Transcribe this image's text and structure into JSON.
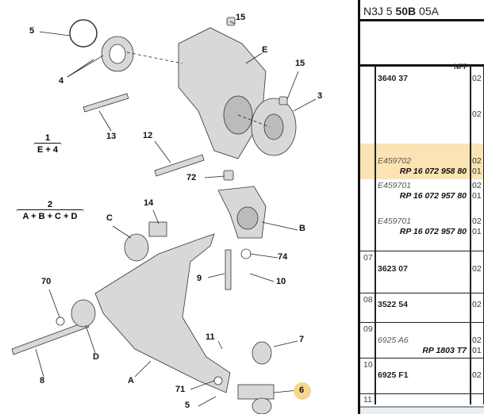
{
  "diagram": {
    "labels": [
      "5",
      "4",
      "15",
      "E",
      "15",
      "3",
      "13",
      "12",
      "72",
      "14",
      "C",
      "B",
      "74",
      "9",
      "10",
      "70",
      "11",
      "7",
      "D",
      "A",
      "8",
      "71",
      "6",
      "5"
    ],
    "group1": {
      "num": "1",
      "formula": "E + 4"
    },
    "group2": {
      "num": "2",
      "formula": "A + B + C + D"
    },
    "highlight_color": "#f7d58c"
  },
  "panel": {
    "header": {
      "prefix": "N3J 5 ",
      "bold": "50B",
      "suffix": " 05A"
    },
    "nfp": "NFP",
    "rows": [
      {
        "ref": "3640 37",
        "qty": "02",
        "qty2": "02"
      },
      {
        "code": "E459702",
        "rp": "RP 16 072 958 80",
        "qty": "02",
        "qty2": "01",
        "highlighted": true
      },
      {
        "code": "E459701",
        "rp": "RP 16 072 957 80",
        "qty": "02",
        "qty2": "01"
      },
      {
        "code": "E459701",
        "rp": "RP 16 072 957 80",
        "qty": "02",
        "qty2": "01"
      },
      {
        "num": "07",
        "ref": "3623 07",
        "qty": "02"
      },
      {
        "num": "08",
        "ref": "3522 54",
        "qty": "02"
      },
      {
        "num": "09",
        "code": "6925 A6",
        "rp": "RP 1803 T7",
        "qty": "02",
        "qty2": "01"
      },
      {
        "num": "10",
        "ref": "6925 F1",
        "qty": "02"
      },
      {
        "num": "11"
      }
    ],
    "highlight_color": "#fbe3b3"
  }
}
